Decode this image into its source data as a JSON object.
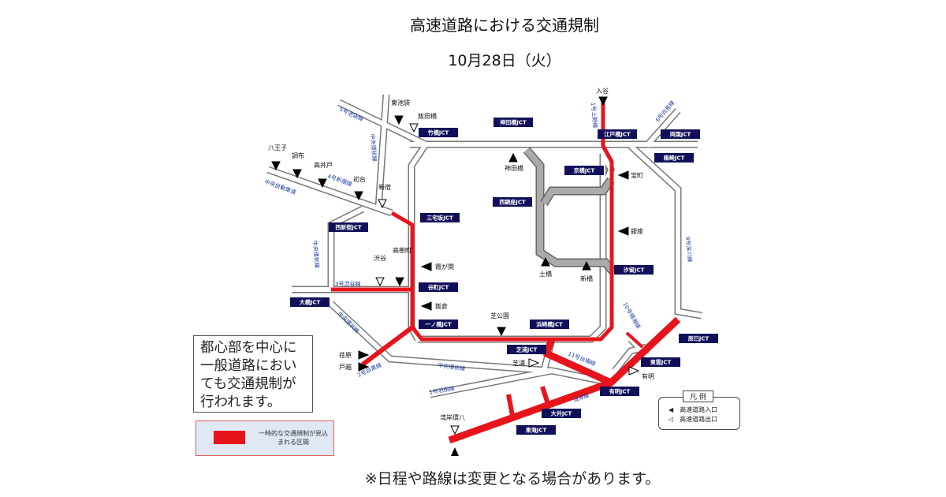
{
  "title": "高速道路における交通規制",
  "date": "10月28日（火）",
  "note": "都心部を中心に一般道路においても交通規制が行われます。",
  "legend_red": "一時的な交通規制が見込まれる区間",
  "hanrei": {
    "title": "凡 例",
    "entrance": "高速道路入口",
    "exit": "高速道路出口"
  },
  "footnote": "※日程や路線は変更となる場合があります。",
  "colors": {
    "restriction": "#e8141c",
    "jct_label": "#10105a",
    "route_label": "#1a3aa0"
  },
  "jcts": [
    "竹橋JCT",
    "神田橋JCT",
    "江戸橋JCT",
    "両国JCT",
    "箱崎JCT",
    "京橋JCT",
    "西銀座JCT",
    "三宅坂JCT",
    "西新宿JCT",
    "谷町JCT",
    "一ノ橋JCT",
    "浜崎橋JCT",
    "汐留JCT",
    "芝浦JCT",
    "辰巳JCT",
    "東雲JCT",
    "有明JCT",
    "大井JCT",
    "東海JCT",
    "大橋JCT"
  ],
  "routes": [
    "5号池袋線",
    "中央環状線",
    "4号新宿線",
    "中央自動車道",
    "1号上野線",
    "6号向島線",
    "9号深川線",
    "中央環状線",
    "3号渋谷線",
    "中央環状線",
    "2号目黒線",
    "中央環状線",
    "1号羽田線",
    "11号台場線",
    "10号晴海線",
    "湾岸線"
  ],
  "ramps": [
    "東池袋",
    "飯田橋",
    "八王子",
    "調布",
    "高井戸",
    "初台",
    "新宿",
    "入谷",
    "神田橋",
    "宝町",
    "銀座",
    "土橋",
    "新橋",
    "霞が関",
    "高樹町",
    "渋谷",
    "飯倉",
    "芝公園",
    "芝浦",
    "有明",
    "荏原",
    "戸越",
    "湾岸環八"
  ]
}
